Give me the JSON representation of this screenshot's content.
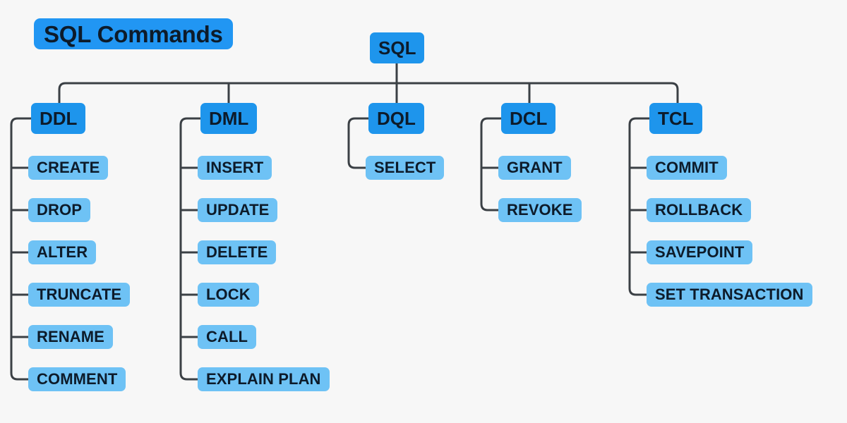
{
  "page": {
    "title": "SQL Commands",
    "background_color": "#f7f7f7",
    "line_color": "#3b4045",
    "text_color": "#0d1b2a",
    "parent_node_color": "#1e95ec",
    "leaf_node_color": "#6ec2f5",
    "title_node_color": "#2196f3"
  },
  "diagram": {
    "type": "tree",
    "root": {
      "label": "SQL"
    },
    "categories": [
      {
        "label": "DDL",
        "children": [
          {
            "label": "CREATE"
          },
          {
            "label": "DROP"
          },
          {
            "label": "ALTER"
          },
          {
            "label": "TRUNCATE"
          },
          {
            "label": "RENAME"
          },
          {
            "label": "COMMENT"
          }
        ]
      },
      {
        "label": "DML",
        "children": [
          {
            "label": "INSERT"
          },
          {
            "label": "UPDATE"
          },
          {
            "label": "DELETE"
          },
          {
            "label": "LOCK"
          },
          {
            "label": "CALL"
          },
          {
            "label": "EXPLAIN PLAN"
          }
        ]
      },
      {
        "label": "DQL",
        "children": [
          {
            "label": "SELECT"
          }
        ]
      },
      {
        "label": "DCL",
        "children": [
          {
            "label": "GRANT"
          },
          {
            "label": "REVOKE"
          }
        ]
      },
      {
        "label": "TCL",
        "children": [
          {
            "label": "COMMIT"
          },
          {
            "label": "ROLLBACK"
          },
          {
            "label": "SAVEPOINT"
          },
          {
            "label": "SET TRANSACTION"
          }
        ]
      }
    ]
  }
}
